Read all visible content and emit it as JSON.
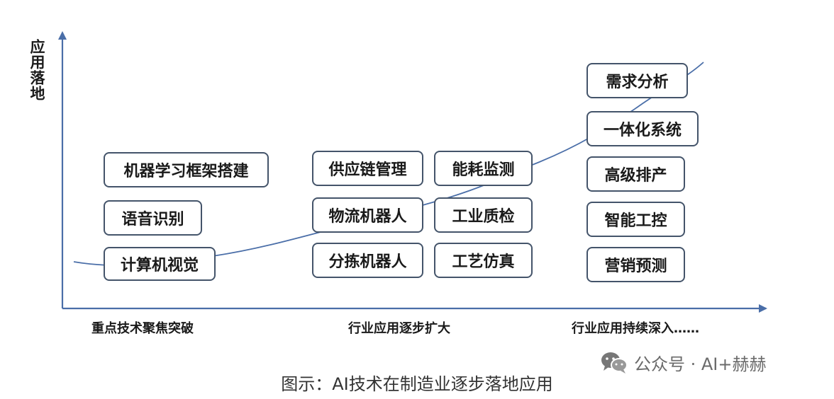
{
  "axis": {
    "y_label": "应用落地"
  },
  "stages": [
    {
      "label": "重点技术聚焦突破"
    },
    {
      "label": "行业应用逐步扩大"
    },
    {
      "label": "行业应用持续深入……"
    }
  ],
  "boxes": [
    "机器学习框架搭建",
    "语音识别",
    "计算机视觉",
    "供应链管理",
    "物流机器人",
    "分拣机器人",
    "能耗监测",
    "工业质检",
    "工艺仿真",
    "需求分析",
    "一体化系统",
    "高级排产",
    "智能工控",
    "营销预测"
  ],
  "caption": "图示：AI技术在制造业逐步落地应用",
  "watermark": {
    "text": "公众号 · AI+赫赫",
    "icon": "wechat-icon"
  },
  "colors": {
    "axis": "#4a6ea8",
    "curve": "#4a6ea8",
    "box_border": "#44546a"
  }
}
